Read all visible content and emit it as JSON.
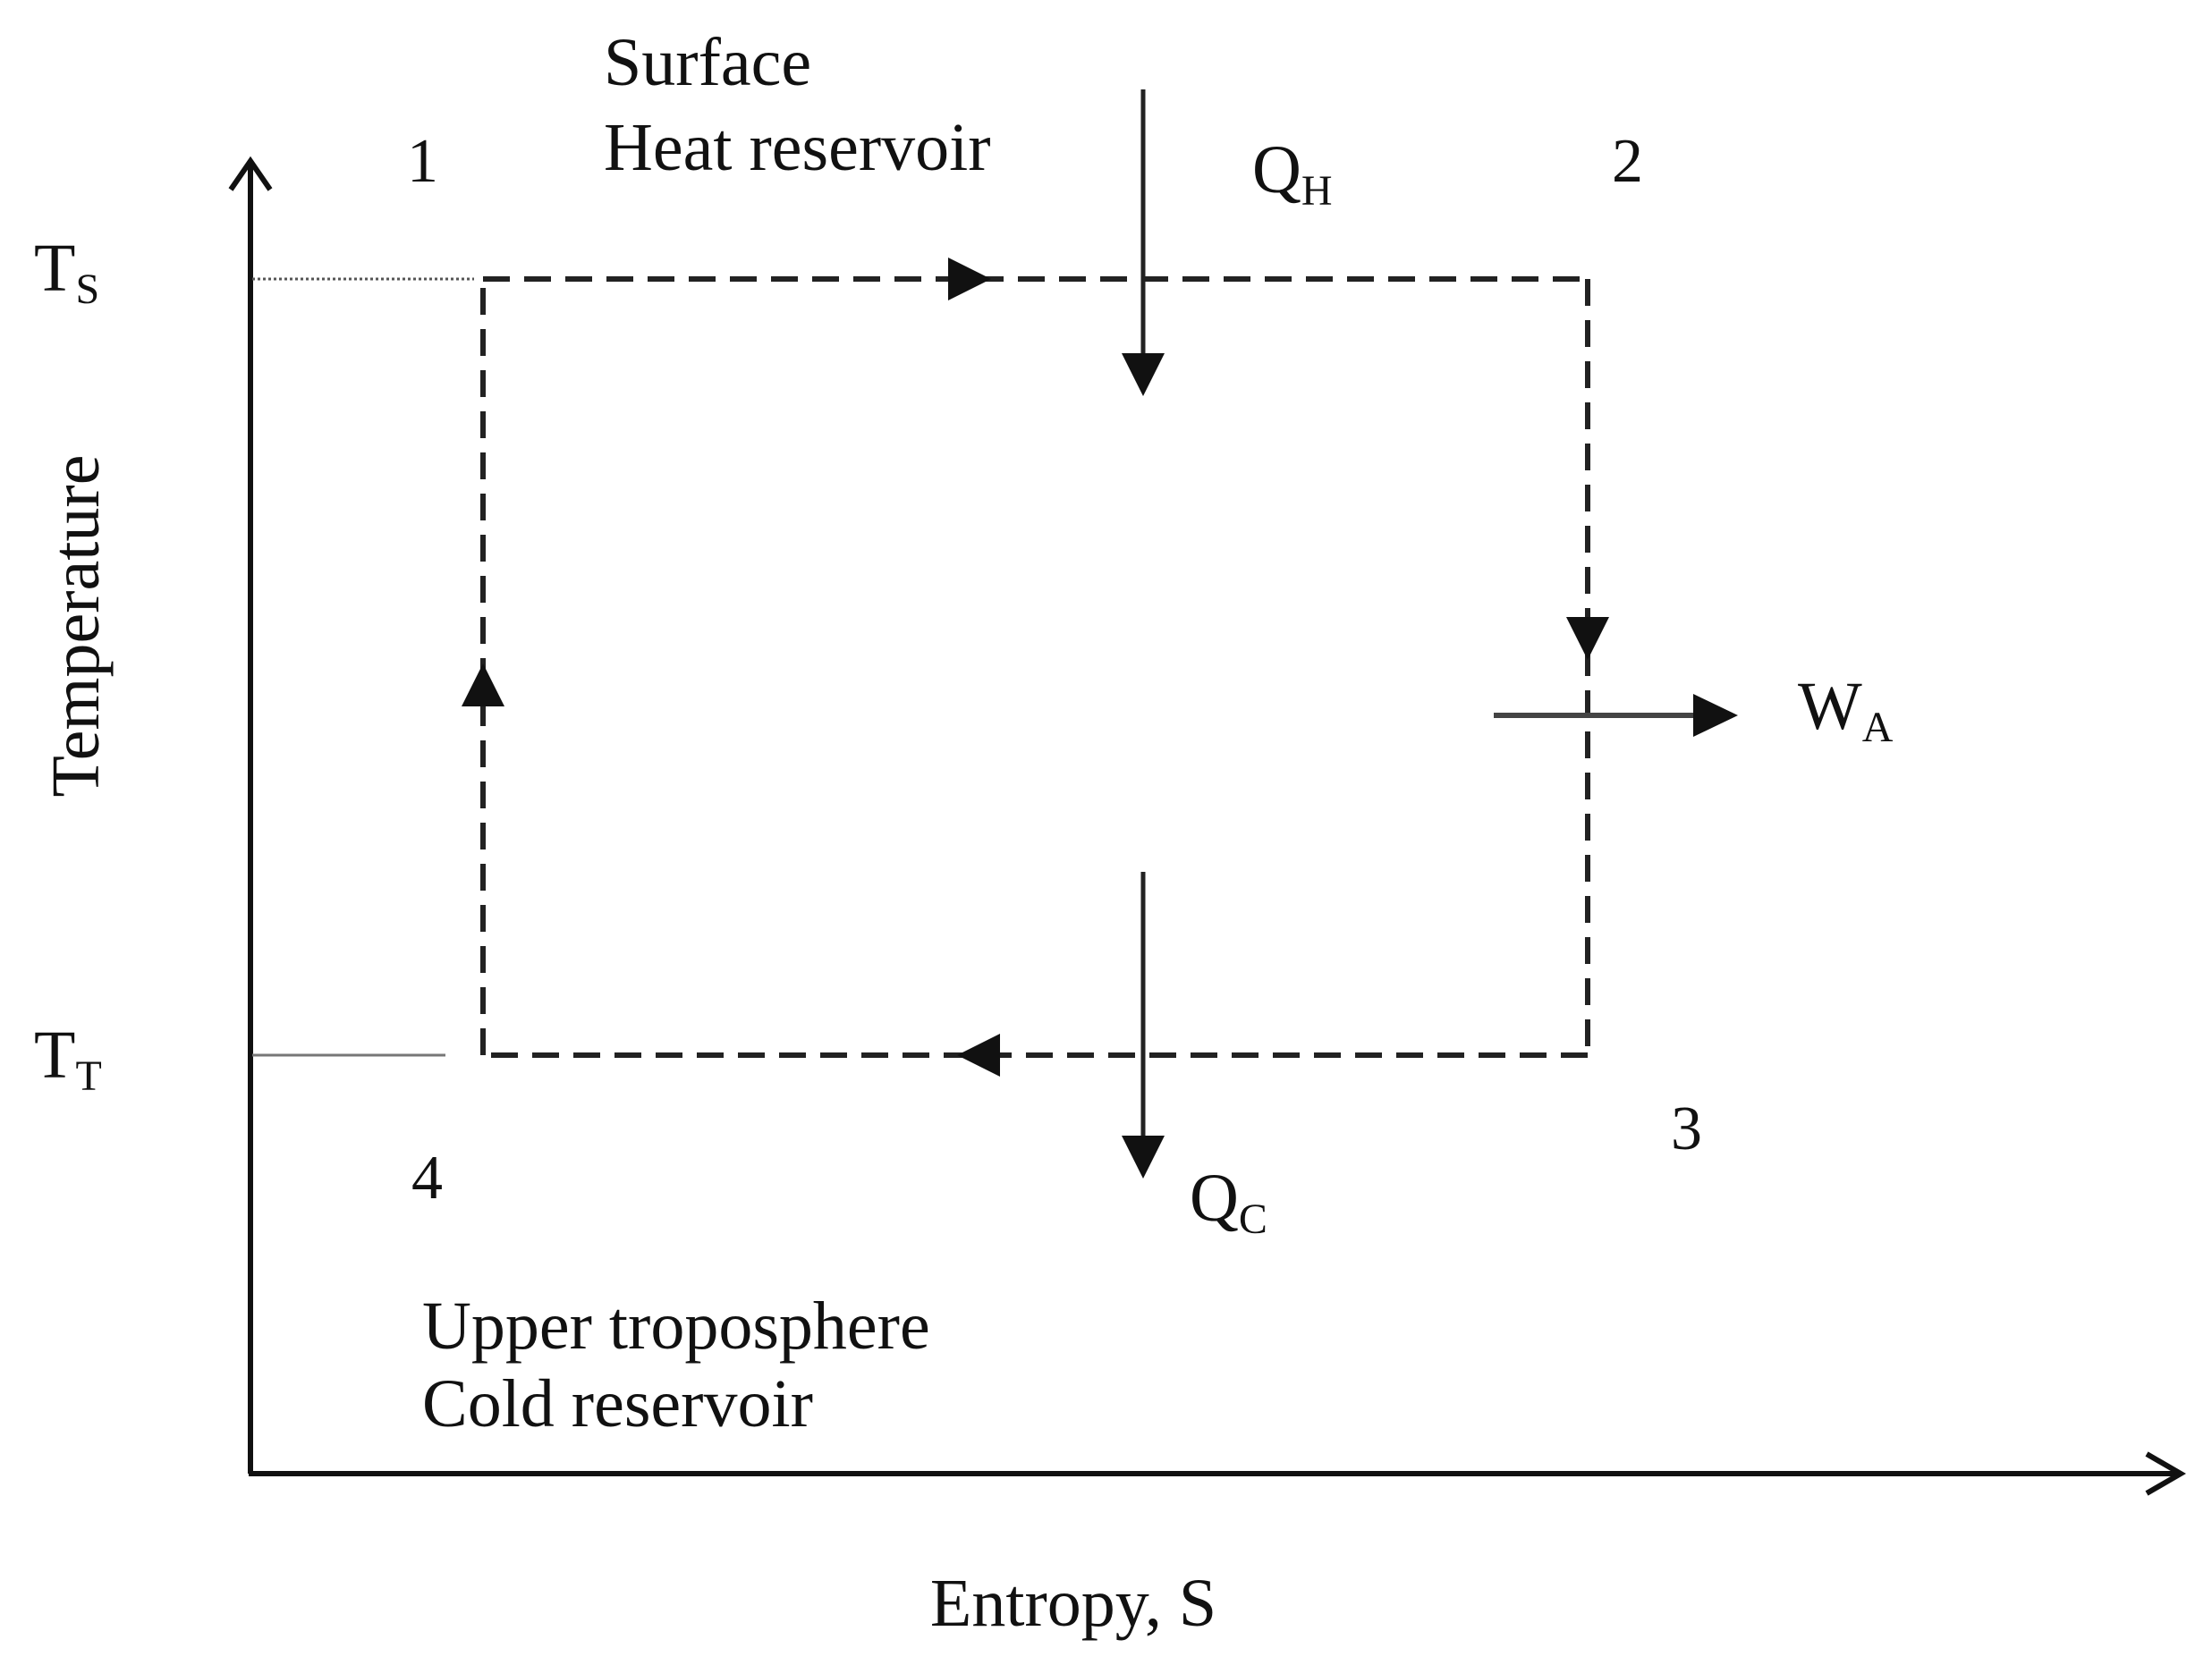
{
  "axes": {
    "y_label": "Temperature",
    "x_label": "Entropy, S"
  },
  "temperature_levels": {
    "hot": {
      "main": "T",
      "sub": "S"
    },
    "cold": {
      "main": "T",
      "sub": "T"
    }
  },
  "states": {
    "s1": "1",
    "s2": "2",
    "s3": "3",
    "s4": "4"
  },
  "reservoirs": {
    "hot_line1": "Surface",
    "hot_line2": "Heat reservoir",
    "cold_line1": "Upper troposphere",
    "cold_line2": "Cold reservoir"
  },
  "flows": {
    "heat_in": {
      "main": "Q",
      "sub": "H"
    },
    "heat_out": {
      "main": "Q",
      "sub": "C"
    },
    "work": {
      "main": "W",
      "sub": "A"
    }
  },
  "colors": {
    "ink": "#111111",
    "work_arrow": "#444444",
    "guide_line": "#555555"
  }
}
